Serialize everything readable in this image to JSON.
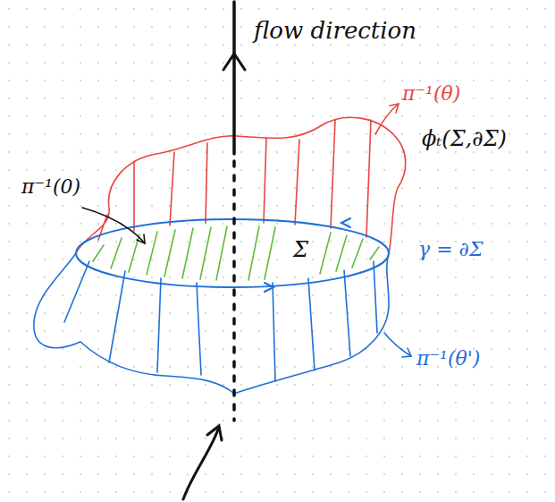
{
  "diagram": {
    "labels": [
      "flow direction",
      "π⁻¹(θ)",
      "π⁻¹(0)",
      "ϕₜ(Σ,∂Σ)",
      "Σ",
      "γ = ∂Σ",
      "π⁻¹(θ')"
    ]
  }
}
